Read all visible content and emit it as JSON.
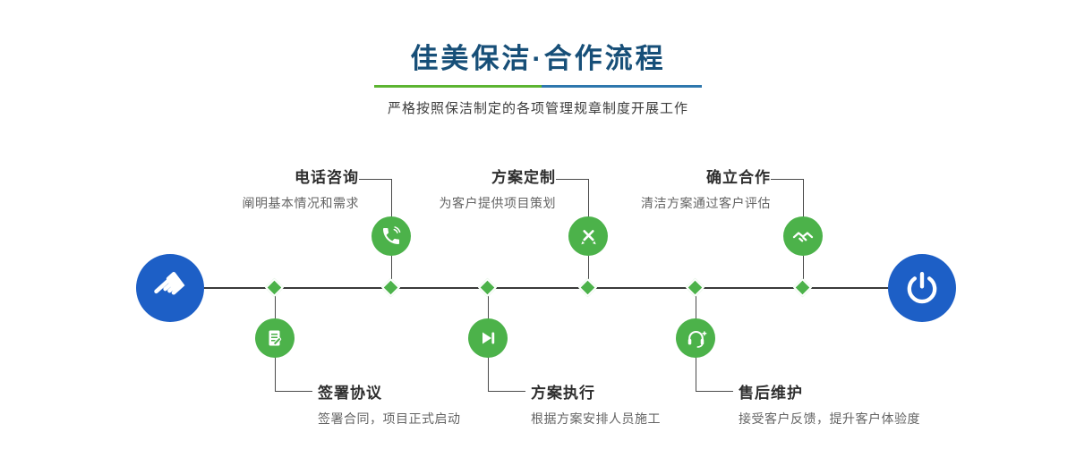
{
  "header": {
    "title": "佳美保洁·合作流程",
    "subtitle": "严格按照保洁制定的各项管理规章制度开展工作"
  },
  "glyphs": {
    "pointer": "☚"
  },
  "steps_top": [
    {
      "title": "电话咨询",
      "desc": "阐明基本情况和需求",
      "icon": "phone-icon"
    },
    {
      "title": "方案定制",
      "desc": "为客户提供项目策划",
      "icon": "design-pencil-icon"
    },
    {
      "title": "确立合作",
      "desc": "清洁方案通过客户评估",
      "icon": "handshake-icon"
    }
  ],
  "steps_bottom": [
    {
      "title": "签署协议",
      "desc": "签署合同，项目正式启动",
      "icon": "contract-sign-icon"
    },
    {
      "title": "方案执行",
      "desc": "根据方案安排人员施工",
      "icon": "play-next-icon"
    },
    {
      "title": "售后维护",
      "desc": "接受客户反馈，提升客户体验度",
      "icon": "headset-plus-icon"
    }
  ],
  "timeline": {
    "start_icon": "pointer-hand-icon",
    "end_icon": "power-icon"
  },
  "colors": {
    "accent_green": "#4cb24a",
    "accent_blue": "#1d5fc6",
    "title_blue": "#174f78",
    "divider_green": "#5cb431",
    "divider_blue": "#2e77ad",
    "line": "#4a4a4a"
  }
}
